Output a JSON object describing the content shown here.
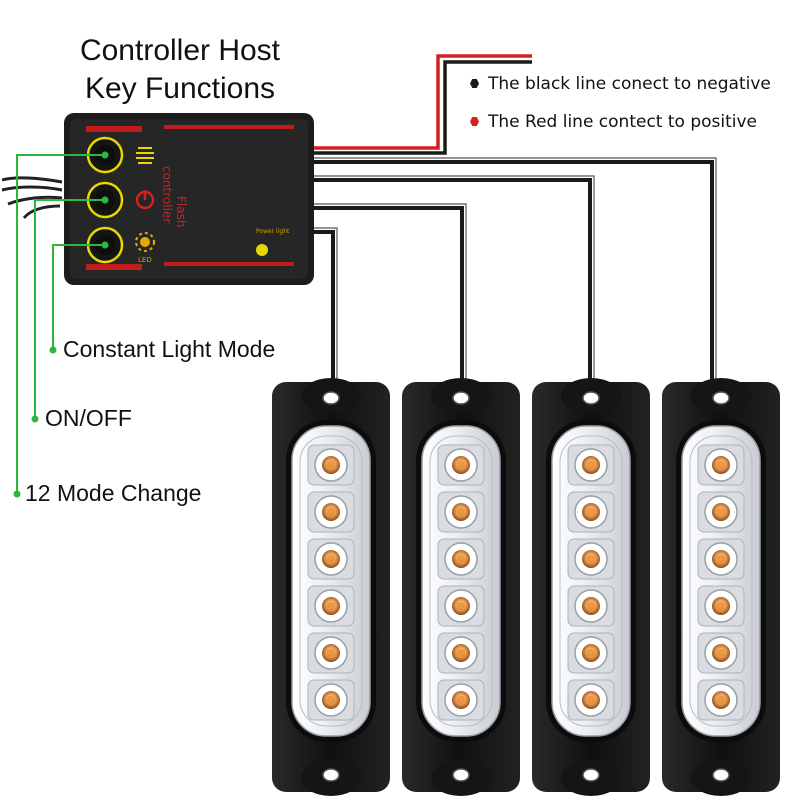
{
  "title": {
    "line1": "Controller Host",
    "line2": "Key Functions"
  },
  "legend": {
    "black_line": "The black line conect to negative",
    "red_line": "The Red line contect to positive"
  },
  "callouts": {
    "constant": "Constant Light Mode",
    "onoff": "ON/OFF",
    "mode": "12 Mode Change"
  },
  "controller": {
    "label": "Flash controller",
    "label_line1": "Flash",
    "label_line2": "controller",
    "led_label": "LED",
    "power_light_label": "Power light"
  },
  "light_bars": {
    "count": 4,
    "leds_per_bar": 6
  },
  "colors": {
    "wire_red": "#d42020",
    "wire_black": "#1a1a1a",
    "callout_green": "#2db83d",
    "led_amber": "#e8892e",
    "controller_body": "#1c1c1c",
    "button_ring": "#e6d800"
  }
}
